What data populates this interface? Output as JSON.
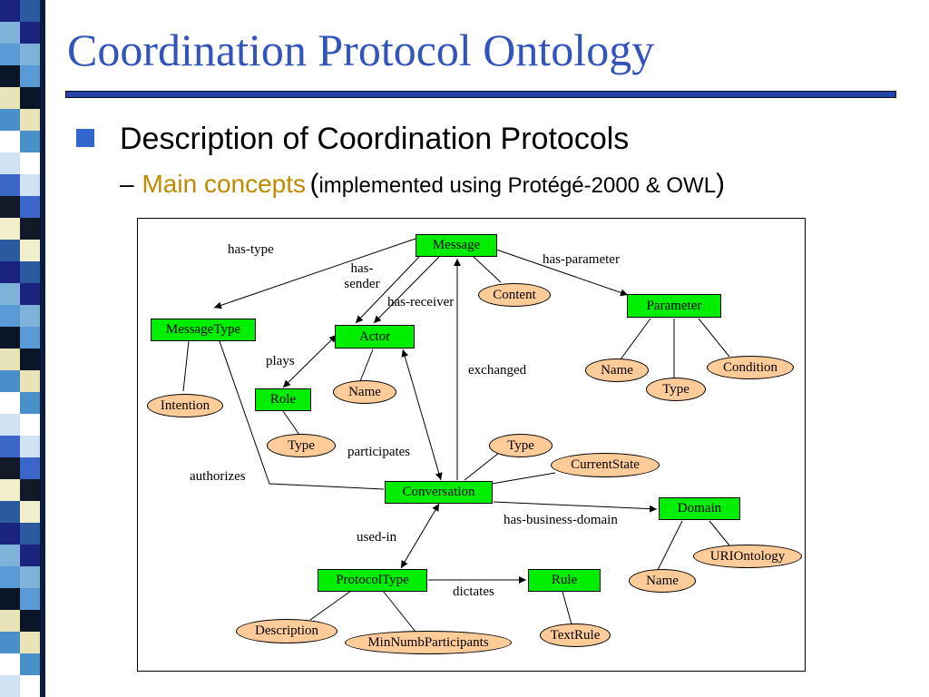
{
  "slide": {
    "title": "Coordination Protocol Ontology",
    "bullet": "Description of Coordination Protocols",
    "sub_dash": "–",
    "sub_main": "Main concepts",
    "sub_open": "(",
    "sub_detail": "implemented using Protégé-2000 & OWL",
    "sub_close": ")"
  },
  "colors": {
    "title": "#3355bb",
    "concept_fill": "#00ee00",
    "attribute_fill": "#ffcc99",
    "sub_main": "#c08a00"
  },
  "diagram": {
    "concepts": {
      "message": "Message",
      "message_type": "MessageType",
      "actor": "Actor",
      "parameter": "Parameter",
      "role": "Role",
      "conversation": "Conversation",
      "domain": "Domain",
      "protocol_type": "ProtocolType",
      "rule": "Rule"
    },
    "attributes": {
      "content": "Content",
      "intention": "Intention",
      "actor_name": "Name",
      "param_name": "Name",
      "param_type": "Type",
      "condition": "Condition",
      "role_type": "Type",
      "conv_type": "Type",
      "current_state": "CurrentState",
      "uri_ontology": "URIOntology",
      "domain_name": "Name",
      "description": "Description",
      "min_participants": "MinNumbParticipants",
      "text_rule": "TextRule"
    },
    "relations": {
      "has_type": "has-type",
      "has_sender": "has-\nsender",
      "has_receiver": "has-receiver",
      "has_parameter": "has-parameter",
      "plays": "plays",
      "exchanged": "exchanged",
      "participates": "participates",
      "authorizes": "authorizes",
      "has_business_domain": "has-business-domain",
      "used_in": "used-in",
      "dictates": "dictates"
    }
  }
}
